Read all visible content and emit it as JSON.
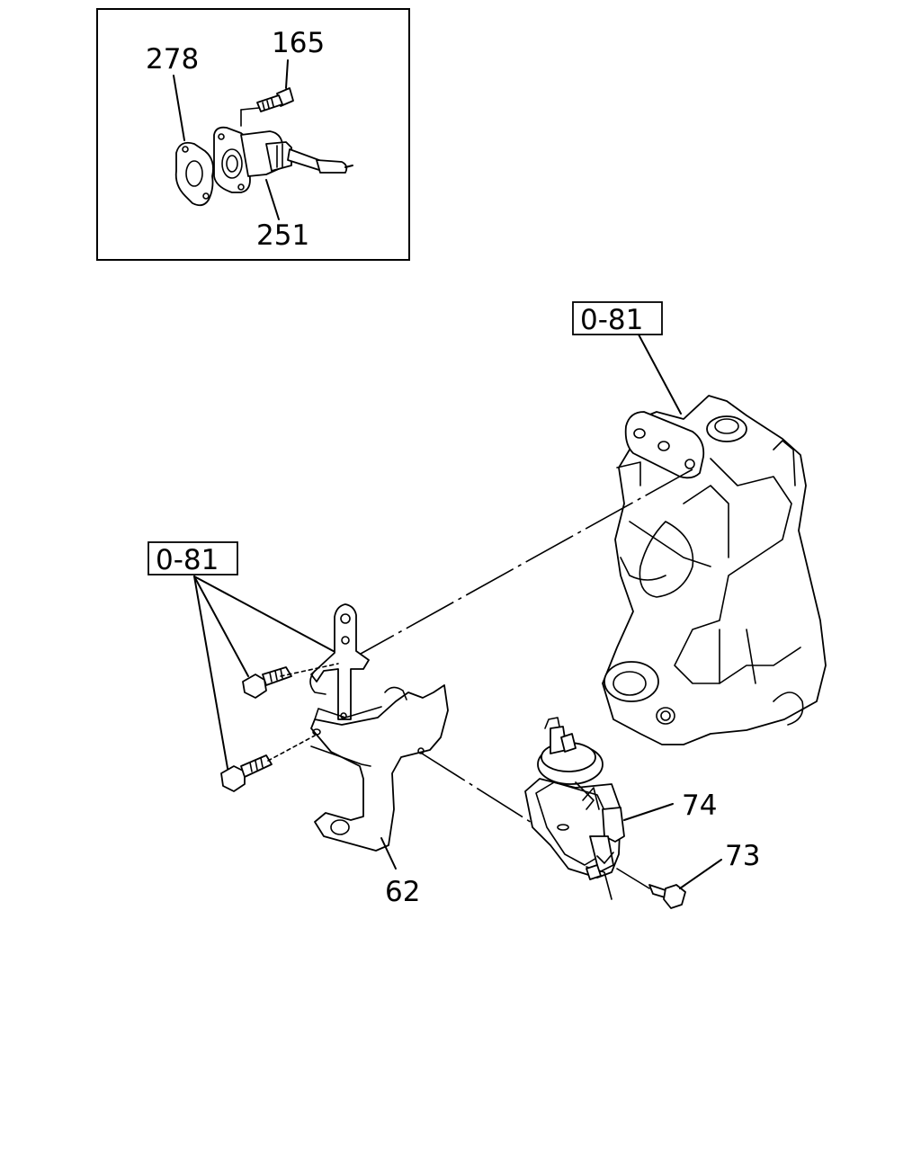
{
  "labels": {
    "inset_gasket": "278",
    "inset_bolt": "165",
    "inset_sensor": "251",
    "ref_pump": "0-81",
    "ref_bolts": "0-81",
    "switch": "74",
    "screw": "73",
    "bracket": "62"
  }
}
